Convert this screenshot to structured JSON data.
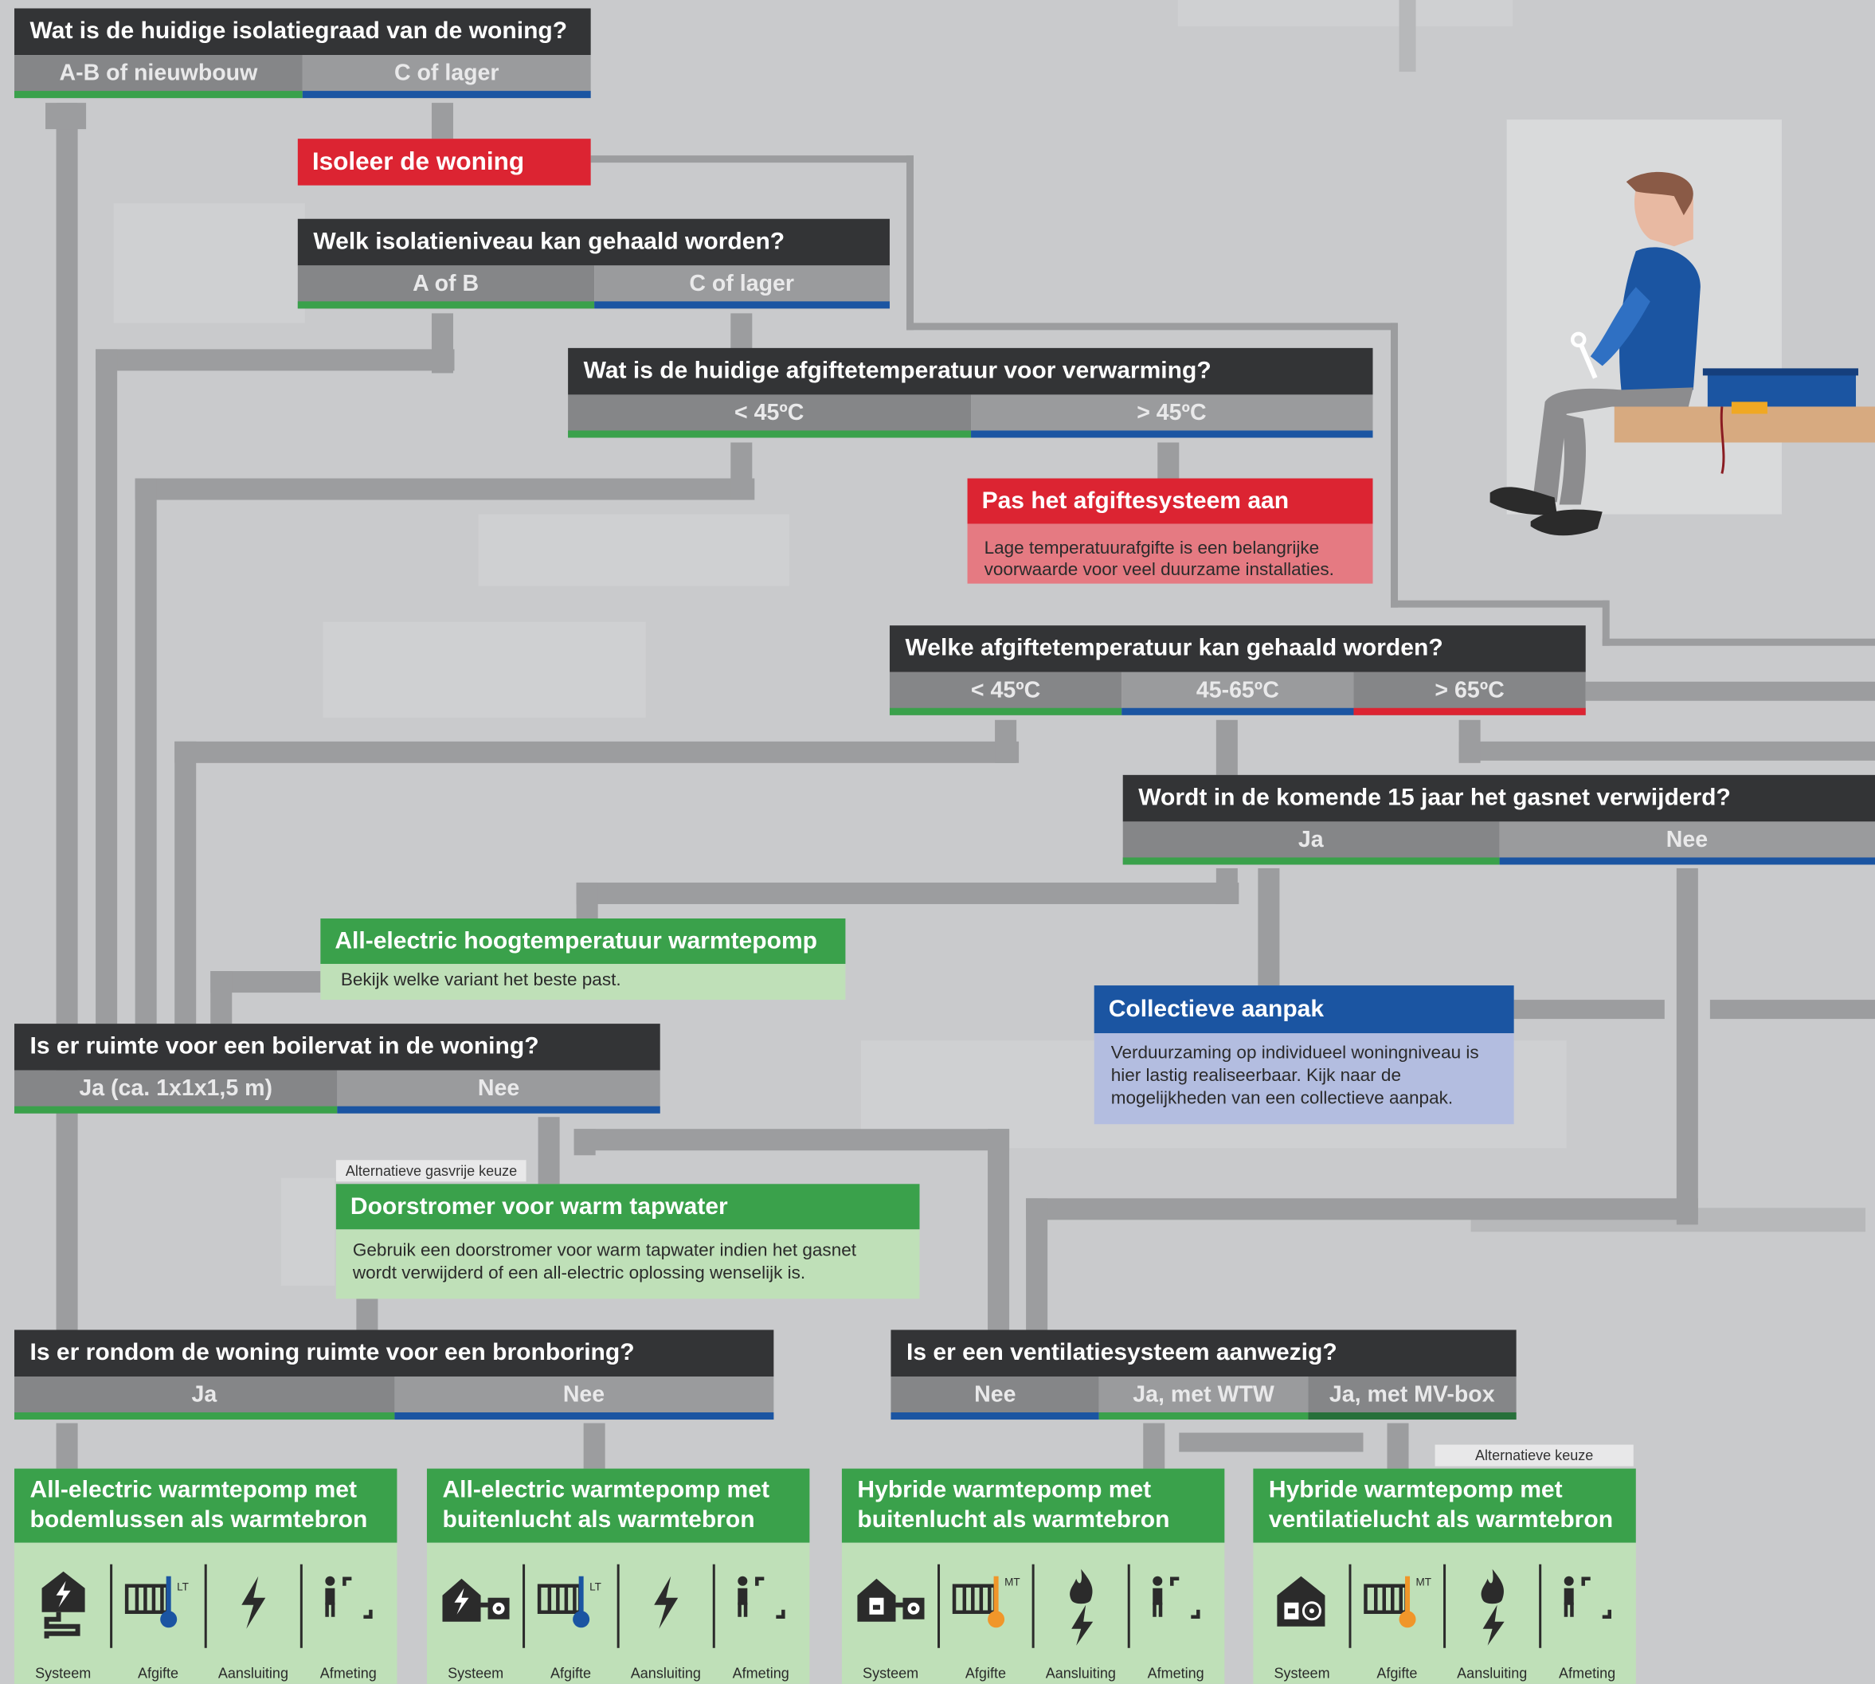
{
  "questions": {
    "q1": {
      "title": "Wat is de huidige isolatiegraad van de woning?",
      "options": [
        "A-B of nieuwbouw",
        "C of lager"
      ]
    },
    "q2": {
      "title": "Welk isolatieniveau kan gehaald worden?",
      "options": [
        "A of B",
        "C of lager"
      ]
    },
    "q3": {
      "title": "Wat is de huidige afgiftetemperatuur voor verwarming?",
      "options": [
        "< 45ºC",
        "> 45ºC"
      ]
    },
    "q4": {
      "title": "Welke afgiftetemperatuur kan gehaald worden?",
      "options": [
        "< 45ºC",
        "45-65ºC",
        "> 65ºC"
      ]
    },
    "q5": {
      "title": "Wordt in de komende 15 jaar het gasnet verwijderd?",
      "options": [
        "Ja",
        "Nee"
      ]
    },
    "q6": {
      "title": "Is er ruimte voor een boilervat in de woning?",
      "options": [
        "Ja (ca. 1x1x1,5 m)",
        "Nee"
      ]
    },
    "q7": {
      "title": "Is er rondom de woning ruimte voor een bronboring?",
      "options": [
        "Ja",
        "Nee"
      ]
    },
    "q8": {
      "title": "Is er een ventilatiesysteem aanwezig?",
      "options": [
        "Nee",
        "Ja, met WTW",
        "Ja, met MV-box"
      ]
    }
  },
  "boxes": {
    "isoleer": {
      "title": "Isoleer de woning"
    },
    "afgifte": {
      "title": "Pas het afgiftesysteem aan",
      "body": "Lage temperatuurafgifte is een belangrijke voorwaarde voor veel duurzame installaties."
    },
    "hoogtemp": {
      "title": "All-electric hoogtemperatuur warmtepomp",
      "body": "Bekijk welke variant het beste past."
    },
    "collectief": {
      "title": "Collectieve  aanpak",
      "body": "Verduurzaming op individueel woningniveau is hier lastig realiseerbaar. Kijk naar de mogelijkheden van een collectieve aanpak."
    },
    "doorstromer": {
      "tag": "Alternatieve gasvrije keuze",
      "title": "Doorstromer voor warm tapwater",
      "body": "Gebruik een doorstromer voor warm tapwater indien het gasnet wordt verwijderd of een all-electric oplossing wenselijk is."
    }
  },
  "cards": [
    {
      "title": "All-electric warmtepomp met bodemlussen als warmtebron",
      "badge": "LT",
      "labels": [
        "Systeem",
        "Afgifte",
        "Aansluiting",
        "Afmeting"
      ]
    },
    {
      "title": "All-electric warmtepomp met buitenlucht als warmtebron",
      "badge": "LT",
      "labels": [
        "Systeem",
        "Afgifte",
        "Aansluiting",
        "Afmeting"
      ]
    },
    {
      "title": "Hybride warmtepomp met buitenlucht als warmtebron",
      "badge": "MT",
      "labels": [
        "Systeem",
        "Afgifte",
        "Aansluiting",
        "Afmeting"
      ]
    },
    {
      "tag": "Alternatieve keuze",
      "title": "Hybride warmtepomp met ventilatielucht als warmtebron",
      "badge": "MT",
      "labels": [
        "Systeem",
        "Afgifte",
        "Aansluiting",
        "Afmeting"
      ]
    }
  ],
  "colors": {
    "green": "#3aa14b",
    "blue": "#1b55a2",
    "red": "#dc2432",
    "dark": "#333436",
    "pipe": "#9c9d9f",
    "accent_orange": "#f0962a"
  }
}
